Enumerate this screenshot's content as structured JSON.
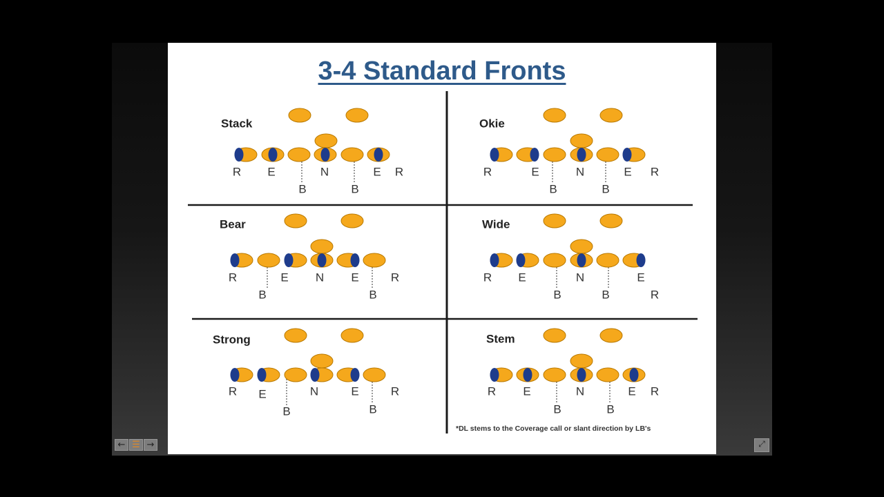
{
  "slide": {
    "title": "3-4 Standard Fronts",
    "footnote": "*DL stems to the Coverage call or slant direction by LB's"
  },
  "colors": {
    "player_fill": "#f5a81c",
    "player_stroke": "#b87800",
    "technique_marker": "#1e3c8c",
    "title_color": "#2e5a8a",
    "divider": "#1a1a1a",
    "label_text": "#333333"
  },
  "formations": [
    {
      "name": "Stack",
      "line_techniques": [
        "left",
        "center",
        "none",
        "center",
        "none",
        "center"
      ],
      "position_labels": [
        "R",
        "E",
        "N",
        "E",
        "R"
      ],
      "linebacker_labels": [
        "B",
        "B"
      ]
    },
    {
      "name": "Okie",
      "line_techniques": [
        "left",
        "right",
        "none",
        "center",
        "none",
        "left"
      ],
      "position_labels": [
        "R",
        "E",
        "N",
        "E",
        "R"
      ],
      "linebacker_labels": [
        "B",
        "B"
      ]
    },
    {
      "name": "Bear",
      "line_techniques": [
        "left",
        "none",
        "left",
        "center",
        "right",
        "none"
      ],
      "position_labels": [
        "R",
        "E",
        "N",
        "E",
        "R"
      ],
      "linebacker_labels": [
        "B",
        "B"
      ]
    },
    {
      "name": "Wide",
      "line_techniques": [
        "left",
        "left",
        "none",
        "center",
        "none",
        "right"
      ],
      "position_labels": [
        "R",
        "E",
        "N",
        "E",
        "R"
      ],
      "linebacker_labels": [
        "B",
        "B"
      ]
    },
    {
      "name": "Strong",
      "line_techniques": [
        "left",
        "left",
        "none",
        "left",
        "right",
        "none"
      ],
      "position_labels": [
        "R",
        "E",
        "N",
        "E",
        "R"
      ],
      "linebacker_labels": [
        "B",
        "B"
      ]
    },
    {
      "name": "Stem",
      "line_techniques": [
        "left",
        "center",
        "none",
        "center",
        "none",
        "center"
      ],
      "position_labels": [
        "R",
        "E",
        "N",
        "E",
        "R"
      ],
      "linebacker_labels": [
        "B",
        "B"
      ]
    }
  ],
  "player_controls": {
    "prev_icon": "arrow-left-icon",
    "menu_icon": "menu-icon",
    "next_icon": "arrow-right-icon",
    "fullscreen_icon": "fullscreen-icon",
    "prev_glyph": "←",
    "menu_glyph": "☰",
    "next_glyph": "→",
    "fullscreen_glyph": "⤢"
  }
}
